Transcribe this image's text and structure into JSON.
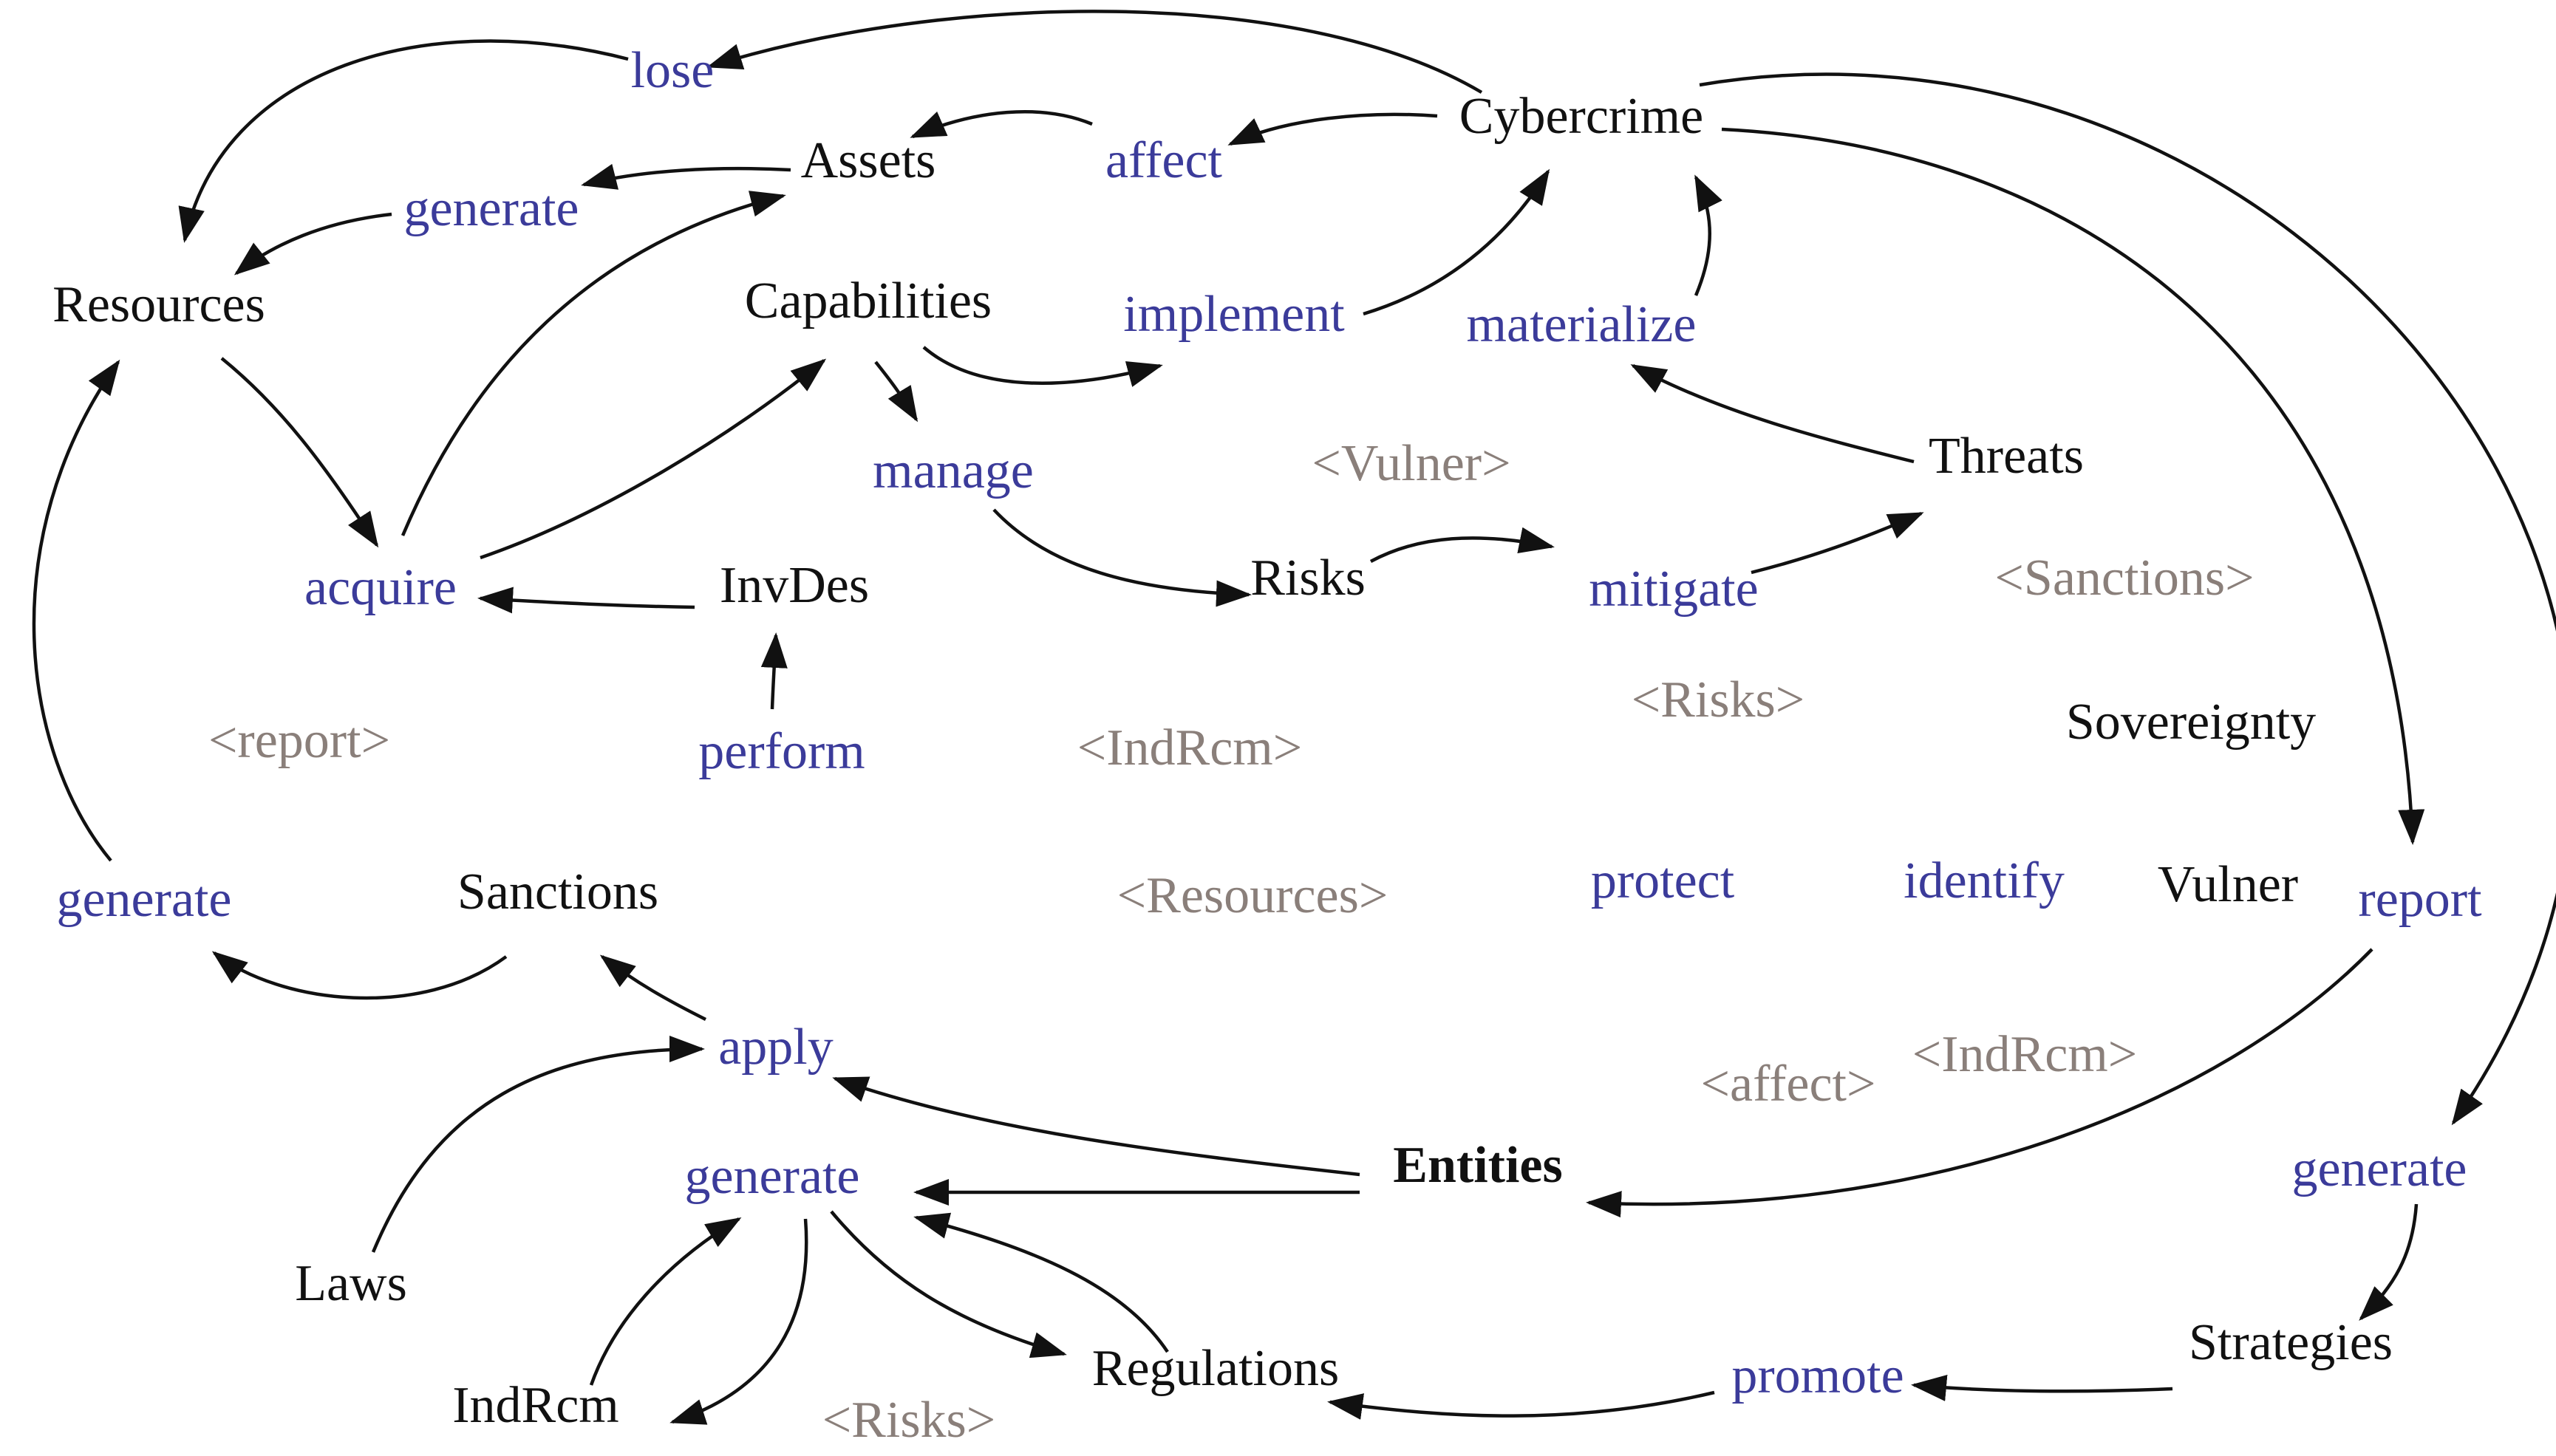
{
  "diagram": {
    "variables": {
      "cybercrime": "Cybercrime",
      "assets": "Assets",
      "resources": "Resources",
      "capabilities": "Capabilities",
      "threats": "Threats",
      "risks": "Risks",
      "invdes": "InvDes",
      "sovereignty": "Sovereignty",
      "sanctions": "Sanctions",
      "vulner": "Vulner",
      "entities": "Entities",
      "laws": "Laws",
      "indrcm": "IndRcm",
      "regulations": "Regulations",
      "strategies": "Strategies"
    },
    "verbs": {
      "lose": "lose",
      "affect": "affect",
      "generate_assets": "generate",
      "implement": "implement",
      "materialize": "materialize",
      "manage": "manage",
      "acquire": "acquire",
      "mitigate": "mitigate",
      "perform": "perform",
      "protect": "protect",
      "identify": "identify",
      "report": "report",
      "generate_left": "generate",
      "apply": "apply",
      "generate_bottom": "generate",
      "generate_right": "generate",
      "promote": "promote"
    },
    "shadows": {
      "vulner": "<Vulner>",
      "sanctions": "<Sanctions>",
      "risks_mid": "<Risks>",
      "report": "<report>",
      "indrcm_mid": "<IndRcm>",
      "resources": "<Resources>",
      "affect": "<affect>",
      "indrcm_right": "<IndRcm>",
      "risks_bottom": "<Risks>"
    }
  }
}
